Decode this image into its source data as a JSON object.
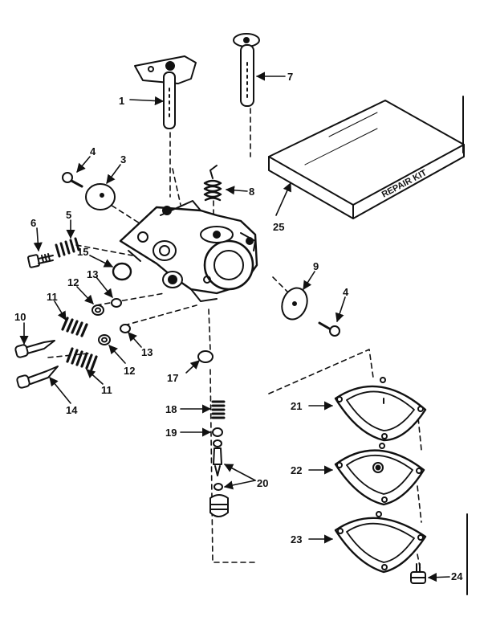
{
  "diagram": {
    "ink_color": "#111111",
    "paper_color": "#ffffff",
    "kit_label": "REPAIR KIT",
    "callouts": [
      {
        "id": "c1",
        "text": "1"
      },
      {
        "id": "c7",
        "text": "7"
      },
      {
        "id": "c4a",
        "text": "4"
      },
      {
        "id": "c3",
        "text": "3"
      },
      {
        "id": "c8",
        "text": "8"
      },
      {
        "id": "c25",
        "text": "25"
      },
      {
        "id": "c6",
        "text": "6"
      },
      {
        "id": "c5",
        "text": "5"
      },
      {
        "id": "c15",
        "text": "15"
      },
      {
        "id": "c9",
        "text": "9"
      },
      {
        "id": "c4b",
        "text": "4"
      },
      {
        "id": "c12a",
        "text": "12"
      },
      {
        "id": "c13a",
        "text": "13"
      },
      {
        "id": "c11a",
        "text": "11"
      },
      {
        "id": "c10",
        "text": "10"
      },
      {
        "id": "c13b",
        "text": "13"
      },
      {
        "id": "c12b",
        "text": "12"
      },
      {
        "id": "c11b",
        "text": "11"
      },
      {
        "id": "c14",
        "text": "14"
      },
      {
        "id": "c17",
        "text": "17"
      },
      {
        "id": "c18",
        "text": "18"
      },
      {
        "id": "c19",
        "text": "19"
      },
      {
        "id": "c20",
        "text": "20"
      },
      {
        "id": "c21",
        "text": "21"
      },
      {
        "id": "c22",
        "text": "22"
      },
      {
        "id": "c23",
        "text": "23"
      },
      {
        "id": "c24",
        "text": "24"
      }
    ]
  }
}
